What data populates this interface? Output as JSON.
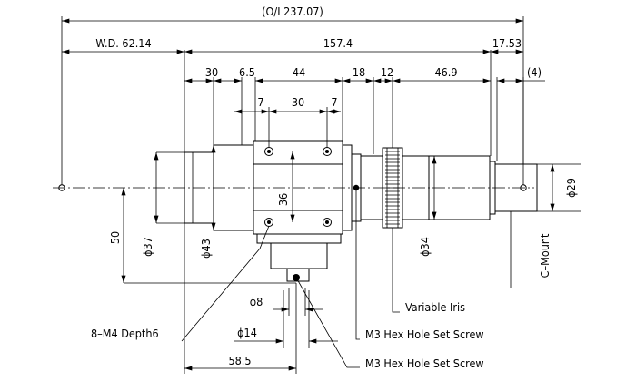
{
  "dimensions": {
    "overall": "(O/I 237.07)",
    "wd": "W.D. 62.14",
    "body_length": "157.4",
    "back": "17.53",
    "d30": "30",
    "d6_5": "6.5",
    "d44": "44",
    "d18": "18",
    "d12": "12",
    "d46_9": "46.9",
    "d4": "(4)",
    "d7a": "7",
    "d30b": "30",
    "d7b": "7",
    "d36": "36",
    "d50": "50",
    "phi37": "ϕ37",
    "phi43": "ϕ43",
    "phi34": "ϕ34",
    "phi29": "ϕ29",
    "phi8": "ϕ8",
    "phi14": "ϕ14",
    "d58_5": "58.5"
  },
  "callouts": {
    "variable_iris": "Variable Iris",
    "set_screw_1": "M3 Hex Hole Set Screw",
    "set_screw_2": "M3 Hex Hole Set Screw",
    "tapped_holes": "8–M4 Depth6",
    "c_mount": "C–Mount"
  }
}
